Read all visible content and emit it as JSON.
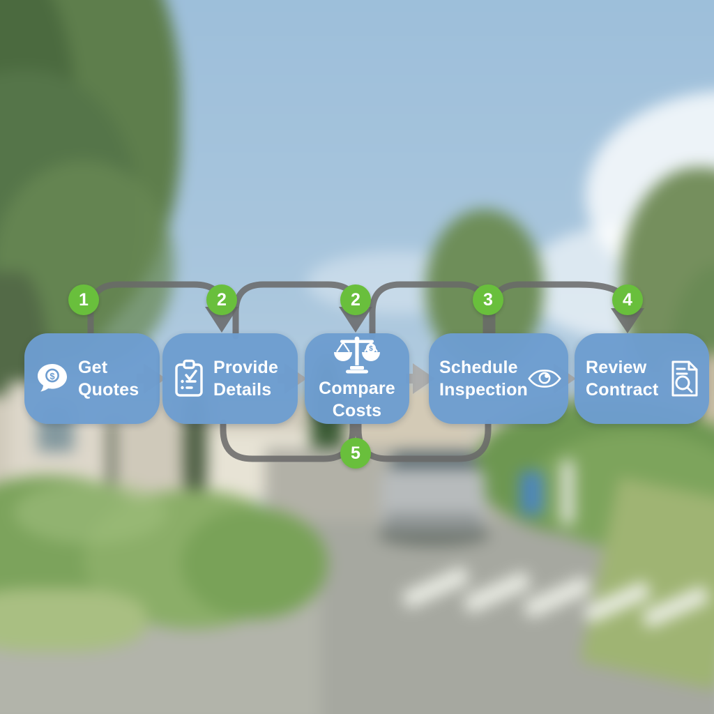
{
  "diagram": {
    "steps": [
      {
        "label": "Get Quotes",
        "line1": "Get",
        "line2": "Quotes",
        "icon": "speech-bubble-dollar-icon",
        "dollar": "$"
      },
      {
        "label": "Provide Details",
        "line1": "Provide",
        "line2": "Details",
        "icon": "clipboard-checklist-icon"
      },
      {
        "label": "Compare Costs",
        "line1": "Compare",
        "line2": "Costs",
        "icon": "balance-scale-dollar-icon",
        "dollar": "$"
      },
      {
        "label": "Schedule Inspection",
        "line1": "Schedule",
        "line2": "Inspection",
        "icon": "eye-icon"
      },
      {
        "label": "Review Contract",
        "line1": "Review",
        "line2": "Contract",
        "icon": "document-magnifier-icon"
      }
    ],
    "badges": [
      "1",
      "2",
      "2",
      "3",
      "4",
      "5"
    ],
    "colors": {
      "step_blue": "#6d9dd0",
      "badge_green": "#69bf3c",
      "connector_gray": "#6b6b6b",
      "arrow_light_gray": "#acacac",
      "text_white": "#ffffff"
    }
  },
  "background": {
    "scene": "blurred suburban street with large tree, sky, clouds, houses, hedges, road, crosswalk, parked car, blue bin and white post"
  }
}
